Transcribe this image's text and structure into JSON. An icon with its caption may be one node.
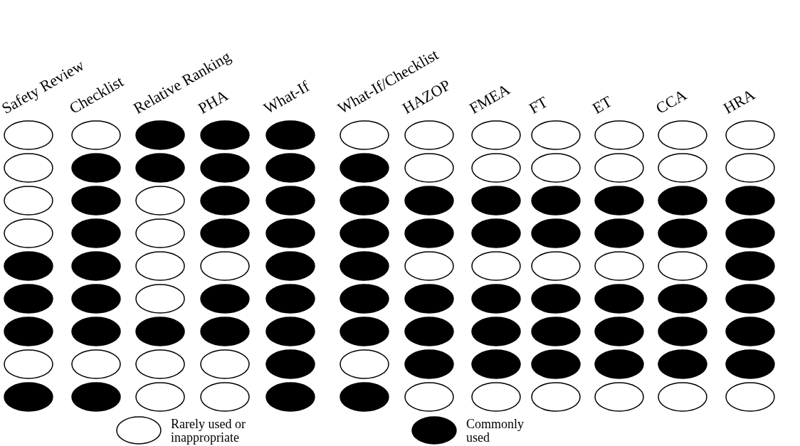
{
  "diagram": {
    "nodes": [
      {
        "text": [],
        "shape": "ellipse"
      },
      {
        "text": [],
        "shape": "ellipse"
      },
      {
        "text": [],
        "shape": "disc"
      },
      {
        "text": [],
        "shape": "disc"
      },
      {
        "text": [],
        "shape": "disc"
      },
      {
        "text": [],
        "shape": "ellipse"
      },
      {
        "text": [],
        "shape": "ellipse"
      },
      {
        "text": [],
        "shape": "ellipse"
      },
      {
        "text": [],
        "shape": "ellipse"
      },
      {
        "text": [],
        "shape": "ellipse"
      },
      {
        "text": [],
        "shape": "ellipse"
      },
      {
        "text": [],
        "shape": "ellipse"
      },
      {
        "text": [],
        "shape": "ellipse"
      },
      {
        "text": [],
        "shape": "disc"
      },
      {
        "text": [],
        "shape": "disc"
      },
      {
        "text": [],
        "shape": "disc"
      },
      {
        "text": [],
        "shape": "disc"
      },
      {
        "text": [],
        "shape": "disc"
      },
      {
        "text": [],
        "shape": "ellipse"
      },
      {
        "text": [],
        "shape": "ellipse"
      },
      {
        "text": [],
        "shape": "ellipse"
      },
      {
        "text": [],
        "shape": "ellipse"
      },
      {
        "text": [],
        "shape": "ellipse"
      },
      {
        "text": [],
        "shape": "ellipse"
      },
      {
        "text": [],
        "shape": "ellipse"
      },
      {
        "text": [],
        "shape": "disc"
      },
      {
        "text": [],
        "shape": "ellipse"
      },
      {
        "text": [],
        "shape": "disc"
      },
      {
        "text": [],
        "shape": "disc"
      },
      {
        "text": [],
        "shape": "disc"
      },
      {
        "text": [],
        "shape": "disc"
      },
      {
        "text": [],
        "shape": "disc"
      },
      {
        "text": [],
        "shape": "disc"
      },
      {
        "text": [],
        "shape": "disc"
      },
      {
        "text": [],
        "shape": "disc"
      },
      {
        "text": [],
        "shape": "disc"
      },
      {
        "text": [],
        "shape": "ellipse"
      },
      {
        "text": [],
        "shape": "disc"
      },
      {
        "text": [],
        "shape": "ellipse"
      },
      {
        "text": [],
        "shape": "disc"
      },
      {
        "text": [],
        "shape": "disc"
      },
      {
        "text": [],
        "shape": "disc"
      },
      {
        "text": [],
        "shape": "disc"
      },
      {
        "text": [],
        "shape": "disc"
      },
      {
        "text": [],
        "shape": "disc"
      },
      {
        "text": [],
        "shape": "disc"
      },
      {
        "text": [],
        "shape": "disc"
      },
      {
        "text": [],
        "shape": "disc"
      },
      {
        "text": [],
        "shape": "disc"
      },
      {
        "text": [],
        "shape": "disc"
      },
      {
        "text": [],
        "shape": "ellipse"
      },
      {
        "text": [],
        "shape": "ellipse"
      },
      {
        "text": [],
        "shape": "disc"
      },
      {
        "text": [],
        "shape": "disc"
      },
      {
        "text": [],
        "shape": "ellipse"
      },
      {
        "text": [],
        "shape": "ellipse"
      },
      {
        "text": [],
        "shape": "ellipse"
      },
      {
        "text": [],
        "shape": "ellipse"
      },
      {
        "text": [],
        "shape": "ellipse"
      },
      {
        "text": [],
        "shape": "disc"
      },
      {
        "text": [],
        "shape": "disc"
      },
      {
        "text": [],
        "shape": "disc"
      },
      {
        "text": [],
        "shape": "ellipse"
      },
      {
        "text": [],
        "shape": "disc"
      },
      {
        "text": [],
        "shape": "disc"
      },
      {
        "text": [],
        "shape": "disc"
      },
      {
        "text": [],
        "shape": "disc"
      },
      {
        "text": [],
        "shape": "disc"
      },
      {
        "text": [],
        "shape": "disc"
      },
      {
        "text": [],
        "shape": "disc"
      },
      {
        "text": [],
        "shape": "disc"
      },
      {
        "text": [],
        "shape": "disc"
      },
      {
        "text": [],
        "shape": "disc"
      },
      {
        "text": [],
        "shape": "disc"
      },
      {
        "text": [],
        "shape": "disc"
      },
      {
        "text": [],
        "shape": "disc"
      },
      {
        "text": [],
        "shape": "disc"
      },
      {
        "text": [],
        "shape": "disc"
      },
      {
        "text": [],
        "shape": "disc"
      },
      {
        "text": [],
        "shape": "disc"
      },
      {
        "text": [],
        "shape": "disc"
      },
      {
        "text": [],
        "shape": "disc"
      },
      {
        "text": [],
        "shape": "disc"
      },
      {
        "text": [],
        "shape": "disc"
      },
      {
        "text": [],
        "shape": "ellipse"
      },
      {
        "text": [],
        "shape": "ellipse"
      },
      {
        "text": [],
        "shape": "ellipse"
      },
      {
        "text": [],
        "shape": "ellipse"
      },
      {
        "text": [],
        "shape": "disc"
      },
      {
        "text": [],
        "shape": "ellipse"
      },
      {
        "text": [],
        "shape": "disc"
      },
      {
        "text": [],
        "shape": "disc"
      },
      {
        "text": [],
        "shape": "disc"
      },
      {
        "text": [],
        "shape": "disc"
      },
      {
        "text": [],
        "shape": "disc"
      },
      {
        "text": [],
        "shape": "disc"
      },
      {
        "text": [],
        "shape": "disc"
      },
      {
        "text": [],
        "shape": "disc"
      },
      {
        "text": [],
        "shape": "ellipse"
      },
      {
        "text": [],
        "shape": "ellipse"
      },
      {
        "text": [],
        "shape": "disc"
      },
      {
        "text": [],
        "shape": "disc"
      },
      {
        "text": [],
        "shape": "ellipse"
      },
      {
        "text": [],
        "shape": "ellipse"
      },
      {
        "text": [],
        "shape": "ellipse"
      },
      {
        "text": [],
        "shape": "ellipse"
      },
      {
        "text": [],
        "shape": "ellipse"
      },
      {
        "text": [],
        "shape": "ellipse"
      }
    ],
    "labels": [
      "Safety Review",
      "Checklist",
      "Relative Ranking",
      "PHA",
      "What-If",
      "What-If/Checklist",
      "HAZOP",
      "FMEA",
      "FT",
      "ET",
      "CCA",
      "HRA"
    ],
    "legend": [
      {
        "text": "Rarely used or inappropriate",
        "color": "#ffffff"
      },
      {
        "text": "Commonly used",
        "color": "#000000"
      }
    ]
  }
}
